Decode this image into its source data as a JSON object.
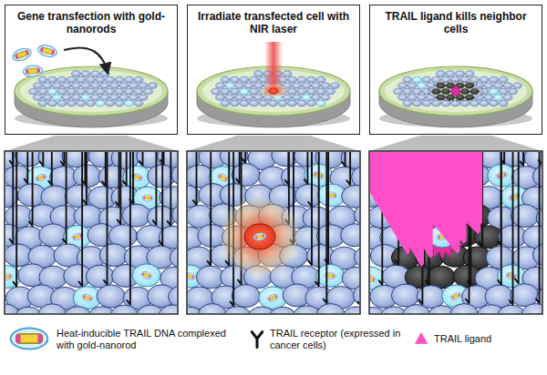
{
  "diagram": {
    "nodes": [
      {
        "text": [
          "Gene transfection with gold-nanorods"
        ]
      },
      {
        "text": [
          "Irradiate transfected cell with NIR laser"
        ]
      },
      {
        "text": [
          "TRAIL ligand kills neighbor cells"
        ]
      }
    ],
    "legend": [
      {
        "text": "Heat-inducible TRAIL DNA complexed with gold-nanorod"
      },
      {
        "text": "TRAIL receptor (expressed in cancer cells)"
      },
      {
        "text": "TRAIL ligand"
      }
    ]
  }
}
